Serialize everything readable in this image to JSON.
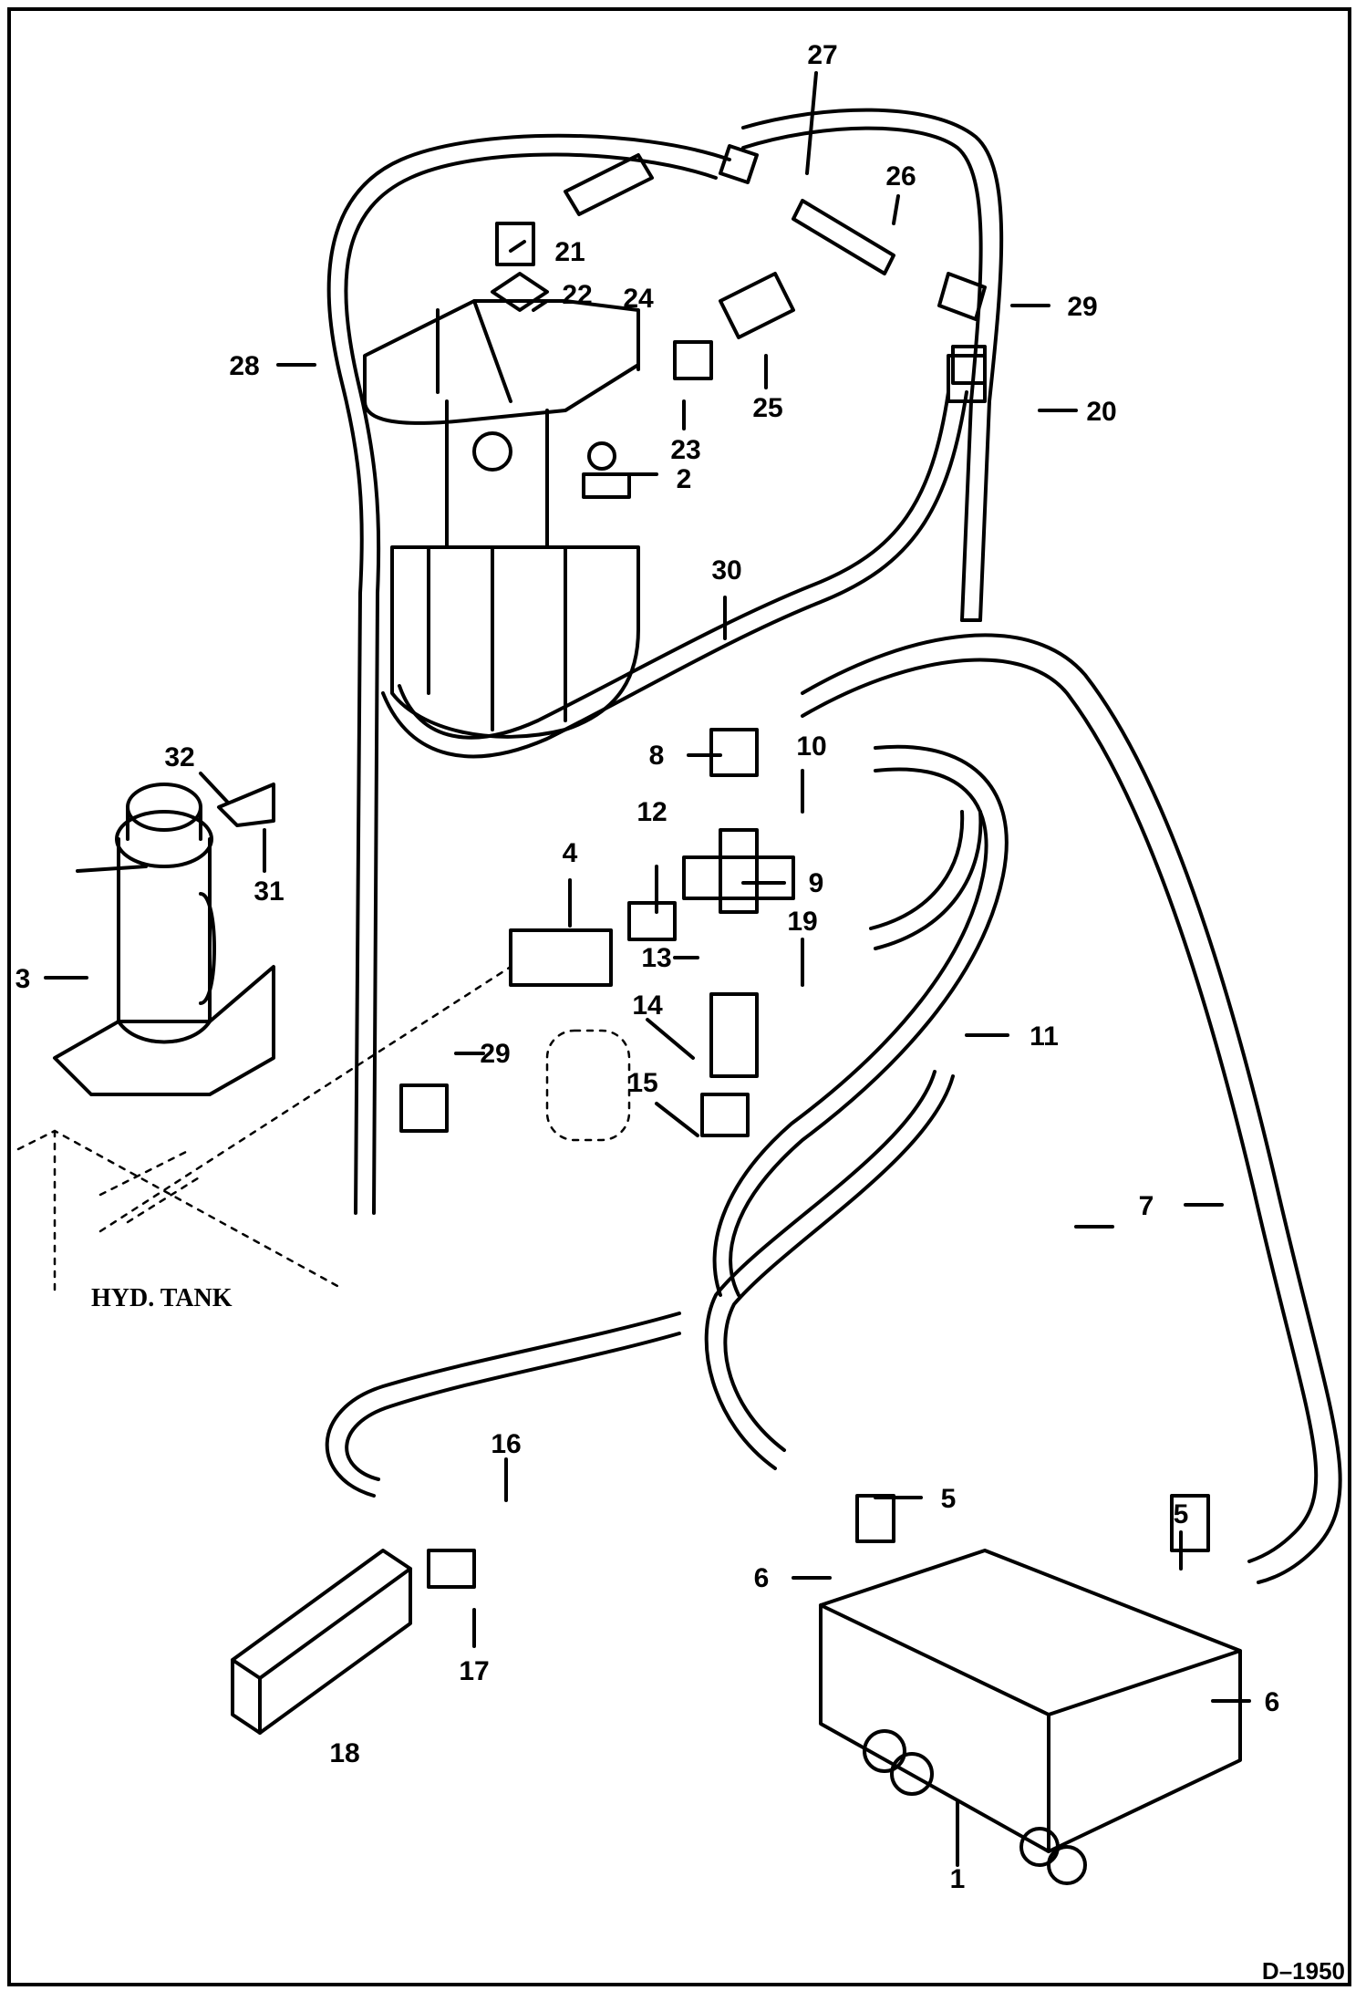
{
  "callouts": [
    {
      "id": "c1",
      "label": "1"
    },
    {
      "id": "c2",
      "label": "2"
    },
    {
      "id": "c3",
      "label": "3"
    },
    {
      "id": "c4",
      "label": "4"
    },
    {
      "id": "c5a",
      "label": "5"
    },
    {
      "id": "c5b",
      "label": "5"
    },
    {
      "id": "c6a",
      "label": "6"
    },
    {
      "id": "c6b",
      "label": "6"
    },
    {
      "id": "c7",
      "label": "7"
    },
    {
      "id": "c8",
      "label": "8"
    },
    {
      "id": "c9",
      "label": "9"
    },
    {
      "id": "c10",
      "label": "10"
    },
    {
      "id": "c11",
      "label": "11"
    },
    {
      "id": "c12",
      "label": "12"
    },
    {
      "id": "c13",
      "label": "13"
    },
    {
      "id": "c14",
      "label": "14"
    },
    {
      "id": "c15",
      "label": "15"
    },
    {
      "id": "c16",
      "label": "16"
    },
    {
      "id": "c17",
      "label": "17"
    },
    {
      "id": "c18",
      "label": "18"
    },
    {
      "id": "c19",
      "label": "19"
    },
    {
      "id": "c20",
      "label": "20"
    },
    {
      "id": "c21",
      "label": "21"
    },
    {
      "id": "c22",
      "label": "22"
    },
    {
      "id": "c23",
      "label": "23"
    },
    {
      "id": "c24",
      "label": "24"
    },
    {
      "id": "c25",
      "label": "25"
    },
    {
      "id": "c26",
      "label": "26"
    },
    {
      "id": "c27",
      "label": "27"
    },
    {
      "id": "c28",
      "label": "28"
    },
    {
      "id": "c29a",
      "label": "29"
    },
    {
      "id": "c29b",
      "label": "29"
    },
    {
      "id": "c30",
      "label": "30"
    },
    {
      "id": "c31",
      "label": "31"
    },
    {
      "id": "c32",
      "label": "32"
    }
  ],
  "hyd_tank_label": "HYD. TANK",
  "figure_id": "D–1950"
}
